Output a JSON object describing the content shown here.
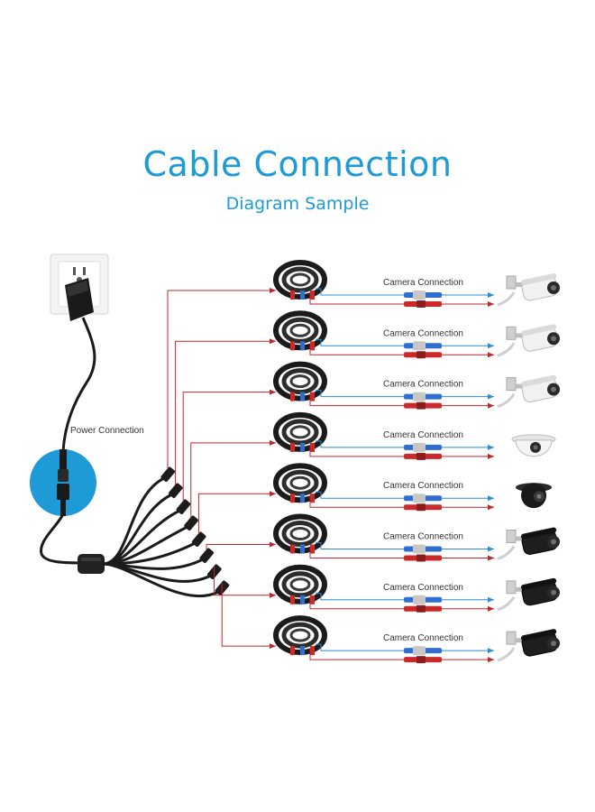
{
  "title": "Cable Connection",
  "subtitle": "Diagram Sample",
  "power_label": "Power Connection",
  "camera_label": "Camera Connection",
  "camera_count": 8,
  "camera_styles": [
    "bullet-white",
    "bullet-white",
    "bullet-white",
    "dome-white",
    "turret-black",
    "bullet-black",
    "bullet-black",
    "bullet-black"
  ],
  "colors": {
    "accent": "#1e9ad6",
    "power_line": "#c0262e",
    "video_line": "#2b8fd6",
    "cable": "#1b1b1b",
    "bnc_blue": "#2e6fd1",
    "dc_red": "#cc2a2a"
  }
}
